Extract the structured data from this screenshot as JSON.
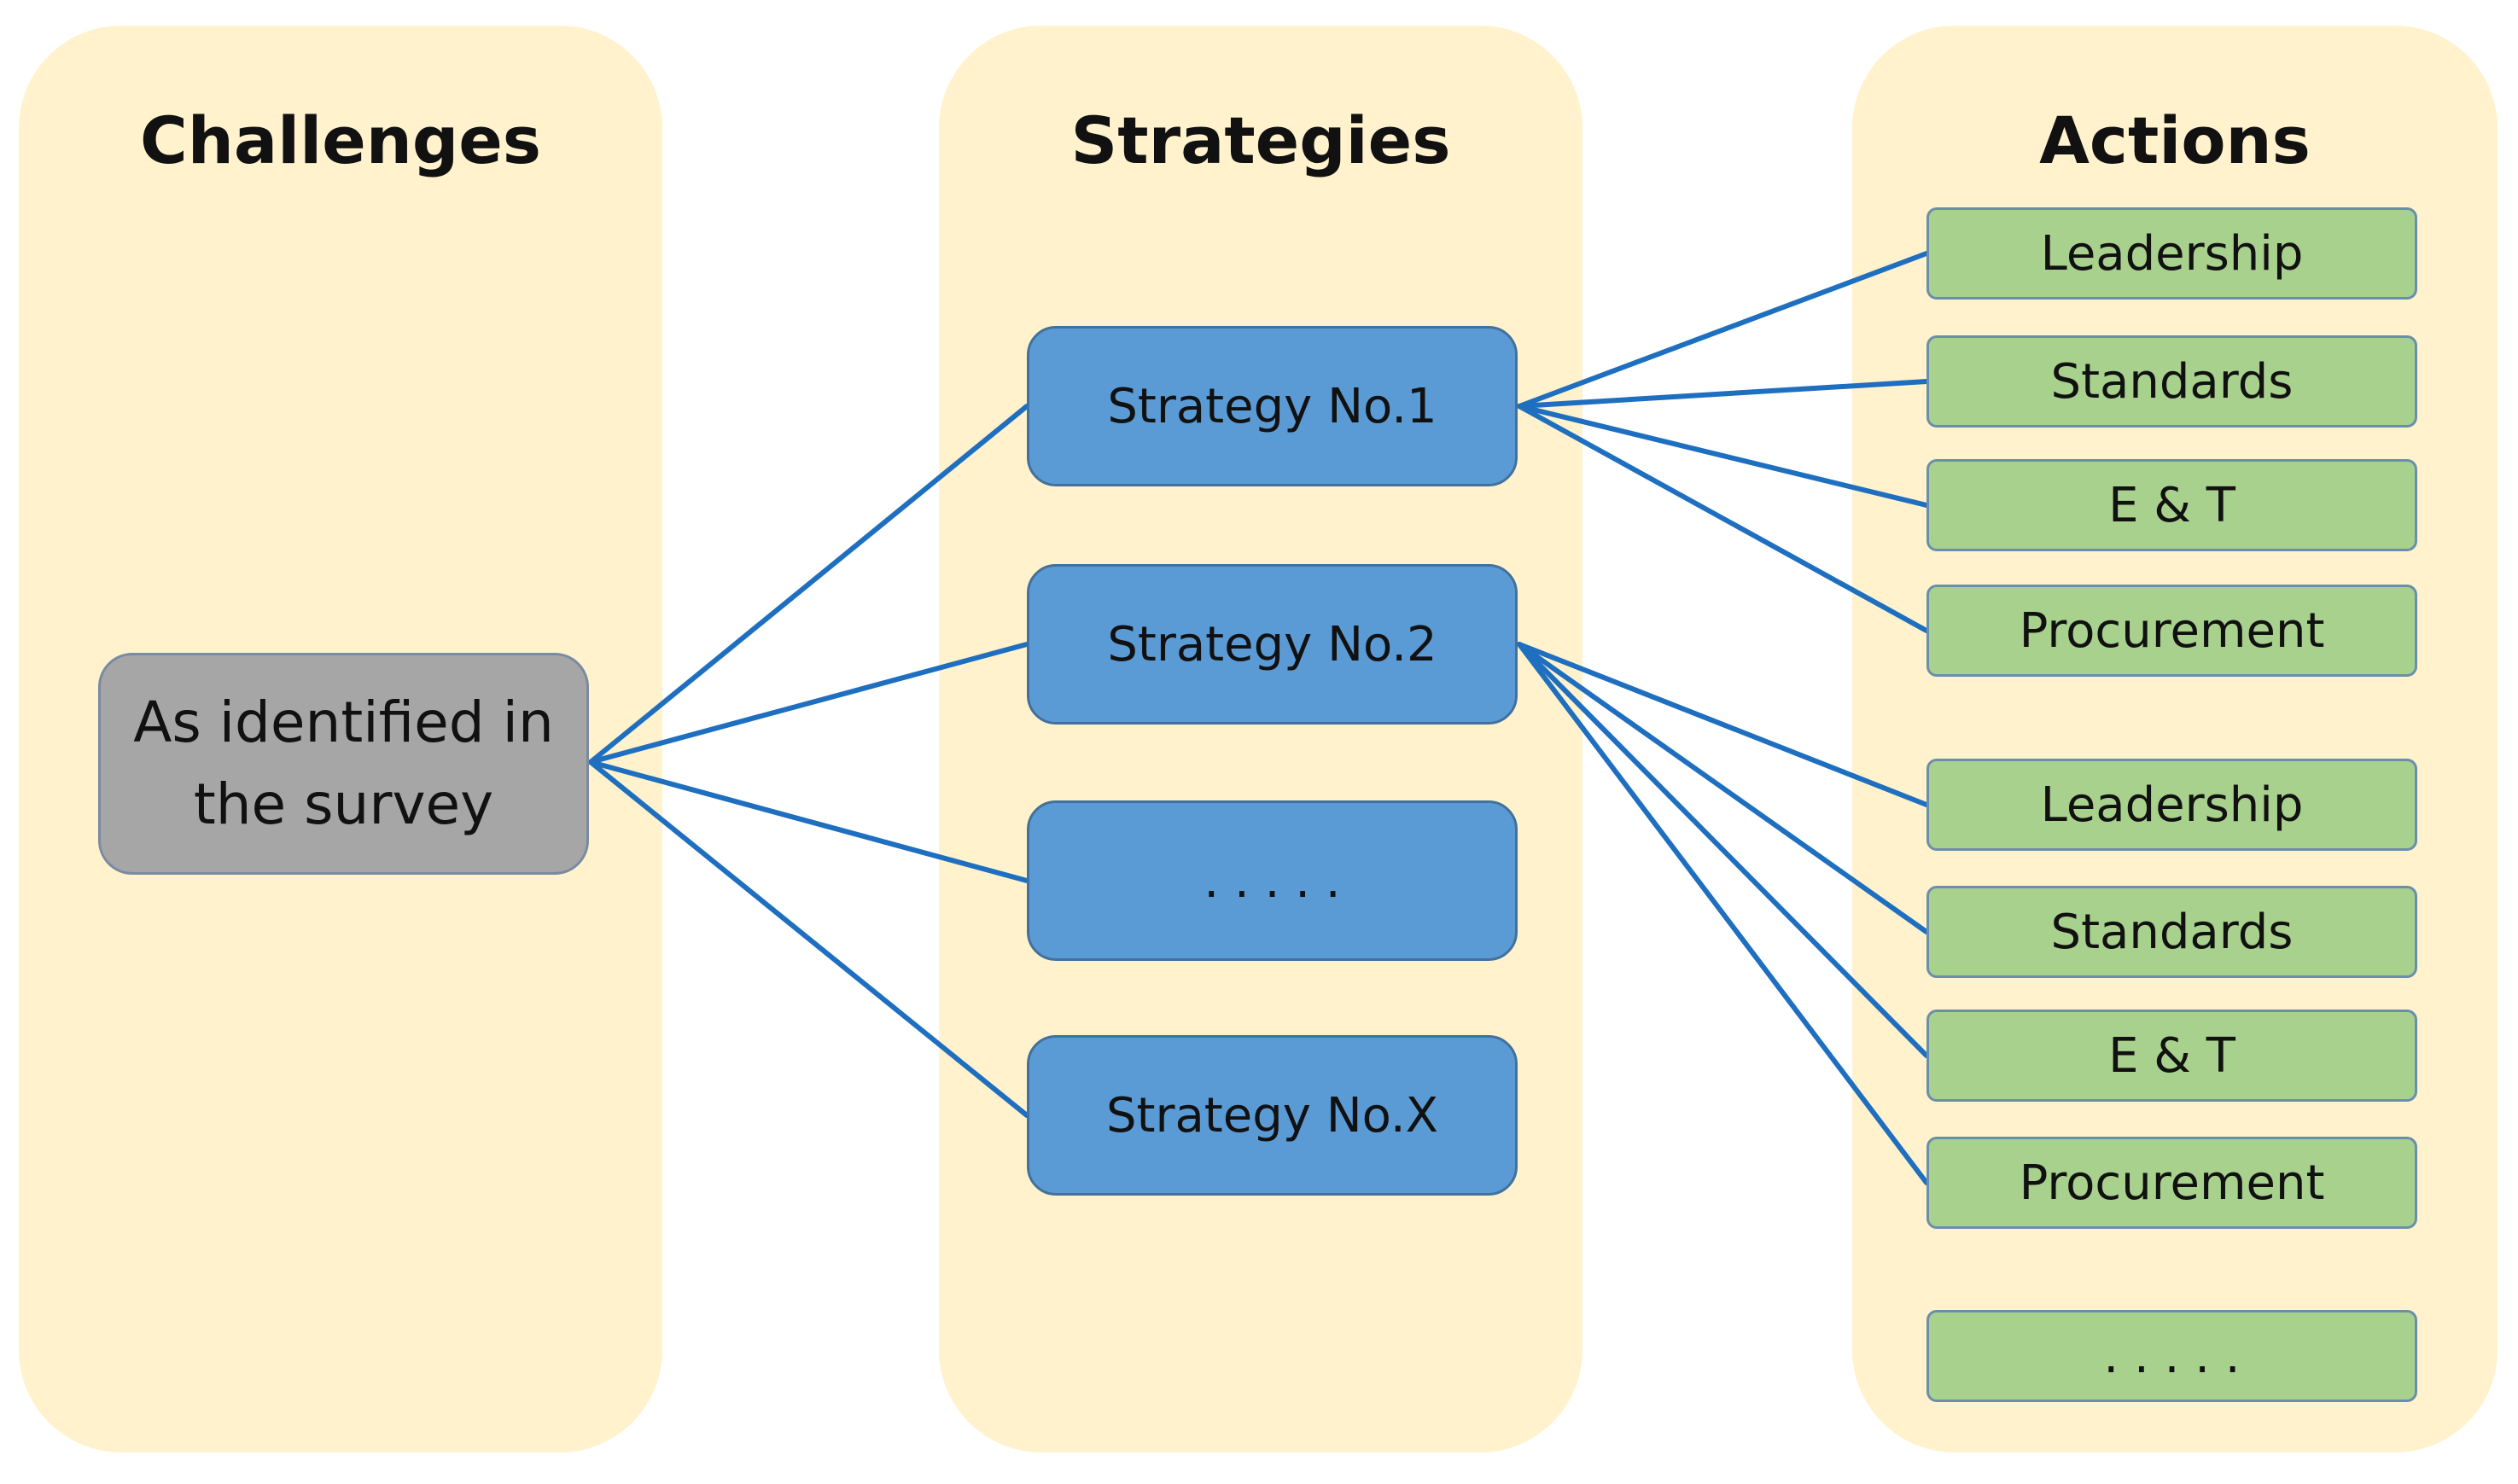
{
  "columns": {
    "challenges": "Challenges",
    "strategies": "Strategies",
    "actions": "Actions"
  },
  "challenge": "As identified in the survey",
  "strategies": [
    "Strategy No.1",
    "Strategy No.2",
    ". . . . .",
    "Strategy No.X"
  ],
  "actions": [
    "Leadership",
    "Standards",
    "E & T",
    "Procurement",
    "Leadership",
    "Standards",
    "E & T",
    "Procurement",
    ". . . . ."
  ],
  "colors": {
    "column_bg": "#fff2cc",
    "challenge_fill": "#a6a6a6",
    "strategy_fill": "#5b9bd5",
    "action_fill": "#a9d18e",
    "connector": "#1f6fc0"
  }
}
